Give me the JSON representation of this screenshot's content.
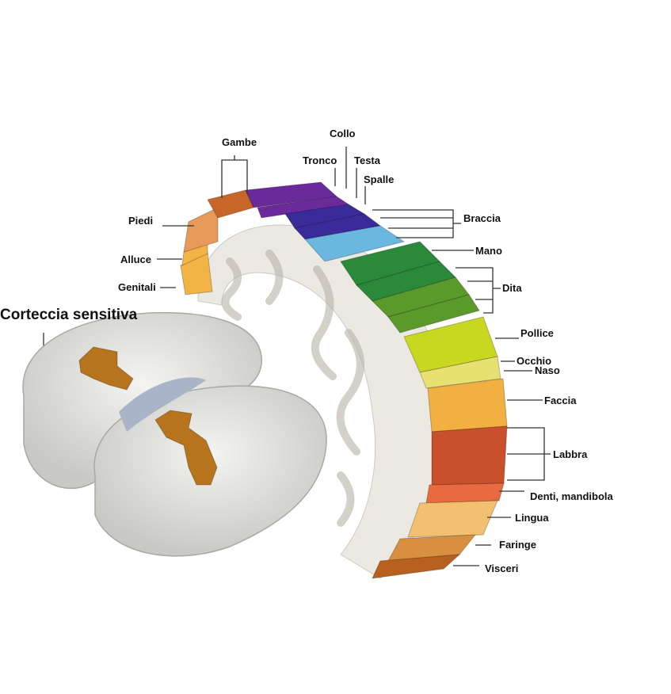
{
  "title": "Corteccia sensitiva",
  "labels": {
    "gambe": "Gambe",
    "collo": "Collo",
    "tronco": "Tronco",
    "testa": "Testa",
    "spalle": "Spalle",
    "braccia": "Braccia",
    "piedi": "Piedi",
    "alluce": "Alluce",
    "genitali": "Genitali",
    "mano": "Mano",
    "dita": "Dita",
    "pollice": "Pollice",
    "occhio": "Occhio",
    "naso": "Naso",
    "faccia": "Faccia",
    "labbra": "Labbra",
    "denti": "Denti, mandibola",
    "lingua": "Lingua",
    "faringe": "Faringe",
    "visceri": "Visceri"
  },
  "colors": {
    "legs": "#c8662a",
    "foot": "#e89a5a",
    "toe": "#f2b545",
    "trunk": "#6a2a9a",
    "head": "#3a2a9a",
    "arm": "#4a6ad0",
    "arm_light": "#6ab8e0",
    "hand": "#2a8a3a",
    "fingers": "#5a9a2a",
    "thumb": "#c8d820",
    "eye": "#e8e070",
    "face": "#f2b040",
    "lips": "#c8502a",
    "teeth": "#e86a40",
    "tongue": "#f2c070",
    "pharynx": "#d89040",
    "viscera": "#b86020",
    "sensory_area": "#b8741c",
    "brain": "#e2e2de"
  }
}
